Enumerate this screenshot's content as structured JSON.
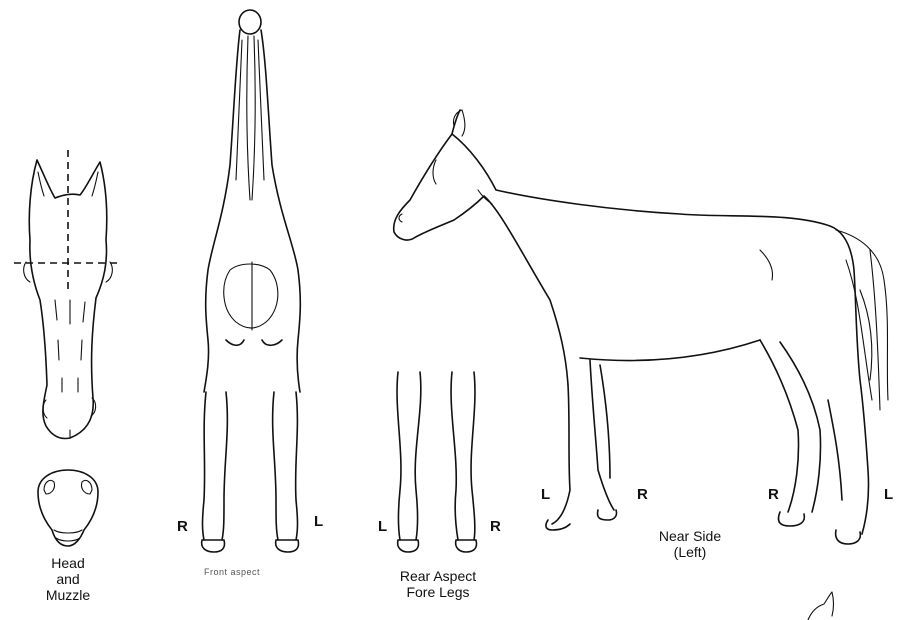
{
  "colors": {
    "ink": "#111111",
    "background": "#ffffff"
  },
  "labels": {
    "head_caption_line1": "Head",
    "head_caption_line2": "and",
    "head_caption_line3": "Muzzle",
    "front_aspect_caption": "Front aspect",
    "rear_caption_line1": "Rear Aspect",
    "rear_caption_line2": "Fore Legs",
    "near_side_line1": "Near Side",
    "near_side_line2": "(Left)",
    "front_right": "R",
    "front_left": "L",
    "rear_left": "L",
    "rear_right": "R",
    "side_fore_left": "L",
    "side_fore_right": "R",
    "side_hind_right": "R",
    "side_hind_left": "L"
  }
}
